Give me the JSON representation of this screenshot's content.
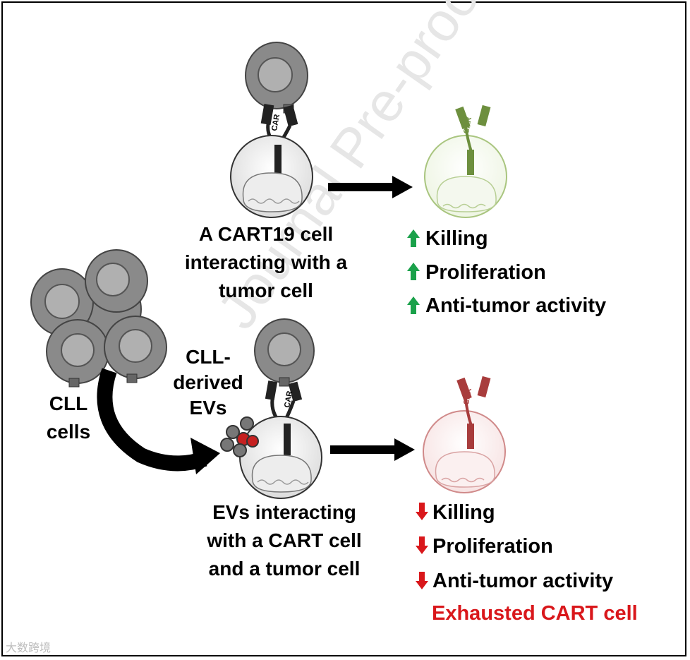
{
  "watermark": "Journal Pre-proof",
  "corner_watermark": "大数跨境",
  "car_label": "CAR",
  "top": {
    "caption": [
      "A CART19 cell",
      "interacting with a",
      "tumor cell"
    ],
    "effects": [
      "Killing",
      "Proliferation",
      "Anti-tumor activity"
    ],
    "effect_color": "#1aa14a"
  },
  "bottom": {
    "cll_label": [
      "CLL",
      "cells"
    ],
    "evs_label": [
      "CLL-",
      "derived",
      "EVs"
    ],
    "caption": [
      "EVs interacting",
      "with a CART cell",
      "and a tumor cell"
    ],
    "effects": [
      "Killing",
      "Proliferation",
      "Anti-tumor activity"
    ],
    "effect_color": "#d9171b",
    "conclusion": "Exhausted CART cell"
  },
  "colors": {
    "cell_gray": "#8a8a8a",
    "cell_green": "#8bb05a",
    "cell_red": "#c05050"
  }
}
